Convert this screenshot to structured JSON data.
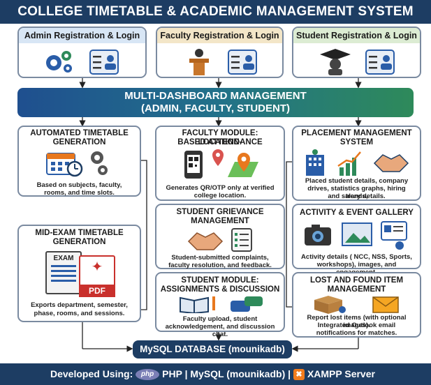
{
  "title": "COLLEGE TIMETABLE & ACADEMIC MANAGEMENT SYSTEM",
  "registration": [
    {
      "label": "Admin Registration & Login",
      "icon": "gears-admin-icon"
    },
    {
      "label": "Faculty Registration & Login",
      "icon": "podium-icon"
    },
    {
      "label": "Student Registration & Login",
      "icon": "graduation-cap-icon"
    }
  ],
  "dashboard": {
    "line1": "MULTI-DASHBOARD MANAGEMENT",
    "line2": "(ADMIN, FACULTY, STUDENT)"
  },
  "modules": {
    "auto_timetable": {
      "title1": "AUTOMATED TIMETABLE",
      "title2": "GENERATION",
      "desc1": "Based on subjects, faculty,",
      "desc2": "rooms, and time slots."
    },
    "mid_exam": {
      "title1": "MID-EXAM TIMETABLE",
      "title2": "GENERATION",
      "exam": "EXAM",
      "pdf": "PDF",
      "desc1": "Exports department, semester,",
      "desc2": "phase, rooms, and sessions."
    },
    "attendance": {
      "title1": "FACULTY MODULE: LOCATION-",
      "title2": "BASED ATTENDANCE",
      "desc1": "Generates QR/OTP only at verified",
      "desc2": "college location."
    },
    "grievance": {
      "title1": "STUDENT GRIEVANCE",
      "title2": "MANAGEMENT",
      "desc1": "Student-submitted complaints,",
      "desc2": "faculty resolution, and feedback."
    },
    "assignments": {
      "title1": "STUDENT MODULE:",
      "title2": "ASSIGNMENTS & DISCUSSION",
      "desc1": "Faculty upload, student",
      "desc2": "acknowledgement, and discussion chat."
    },
    "placement": {
      "title1": "PLACEMENT MANAGEMENT",
      "title2": "SYSTEM",
      "desc1": "Placed student details, company",
      "desc2": "drives, statistics graphs, hiring trends,",
      "desc3": "and salary details."
    },
    "gallery": {
      "title1": "ACTIVITY & EVENT GALLERY",
      "desc1": "Activity details ( NCC, NSS, Sports,",
      "desc2": "workshops), images, and engagement."
    },
    "lost_found": {
      "title1": "LOST AND FOUND ITEM",
      "title2": "MANAGEMENT",
      "desc1": "Report lost items (with optional images).",
      "desc2": "Integrated Outlook email",
      "desc3": "notifications for matches."
    }
  },
  "database": "MySQL DATABASE (mounikadb)",
  "footer": {
    "prefix": "Developed Using:",
    "php_badge": "php",
    "tech": "PHP | MySQL (mounikadb) |",
    "xampp": "XAMPP Server"
  },
  "colors": {
    "banner": "#1d3d63",
    "admin_header": "#d8e6f5",
    "faculty_header": "#f3e6c8",
    "student_header": "#dcecd3",
    "accent_orange": "#e8781e",
    "accent_green": "#2e8a5a",
    "accent_blue": "#2a5da8"
  }
}
